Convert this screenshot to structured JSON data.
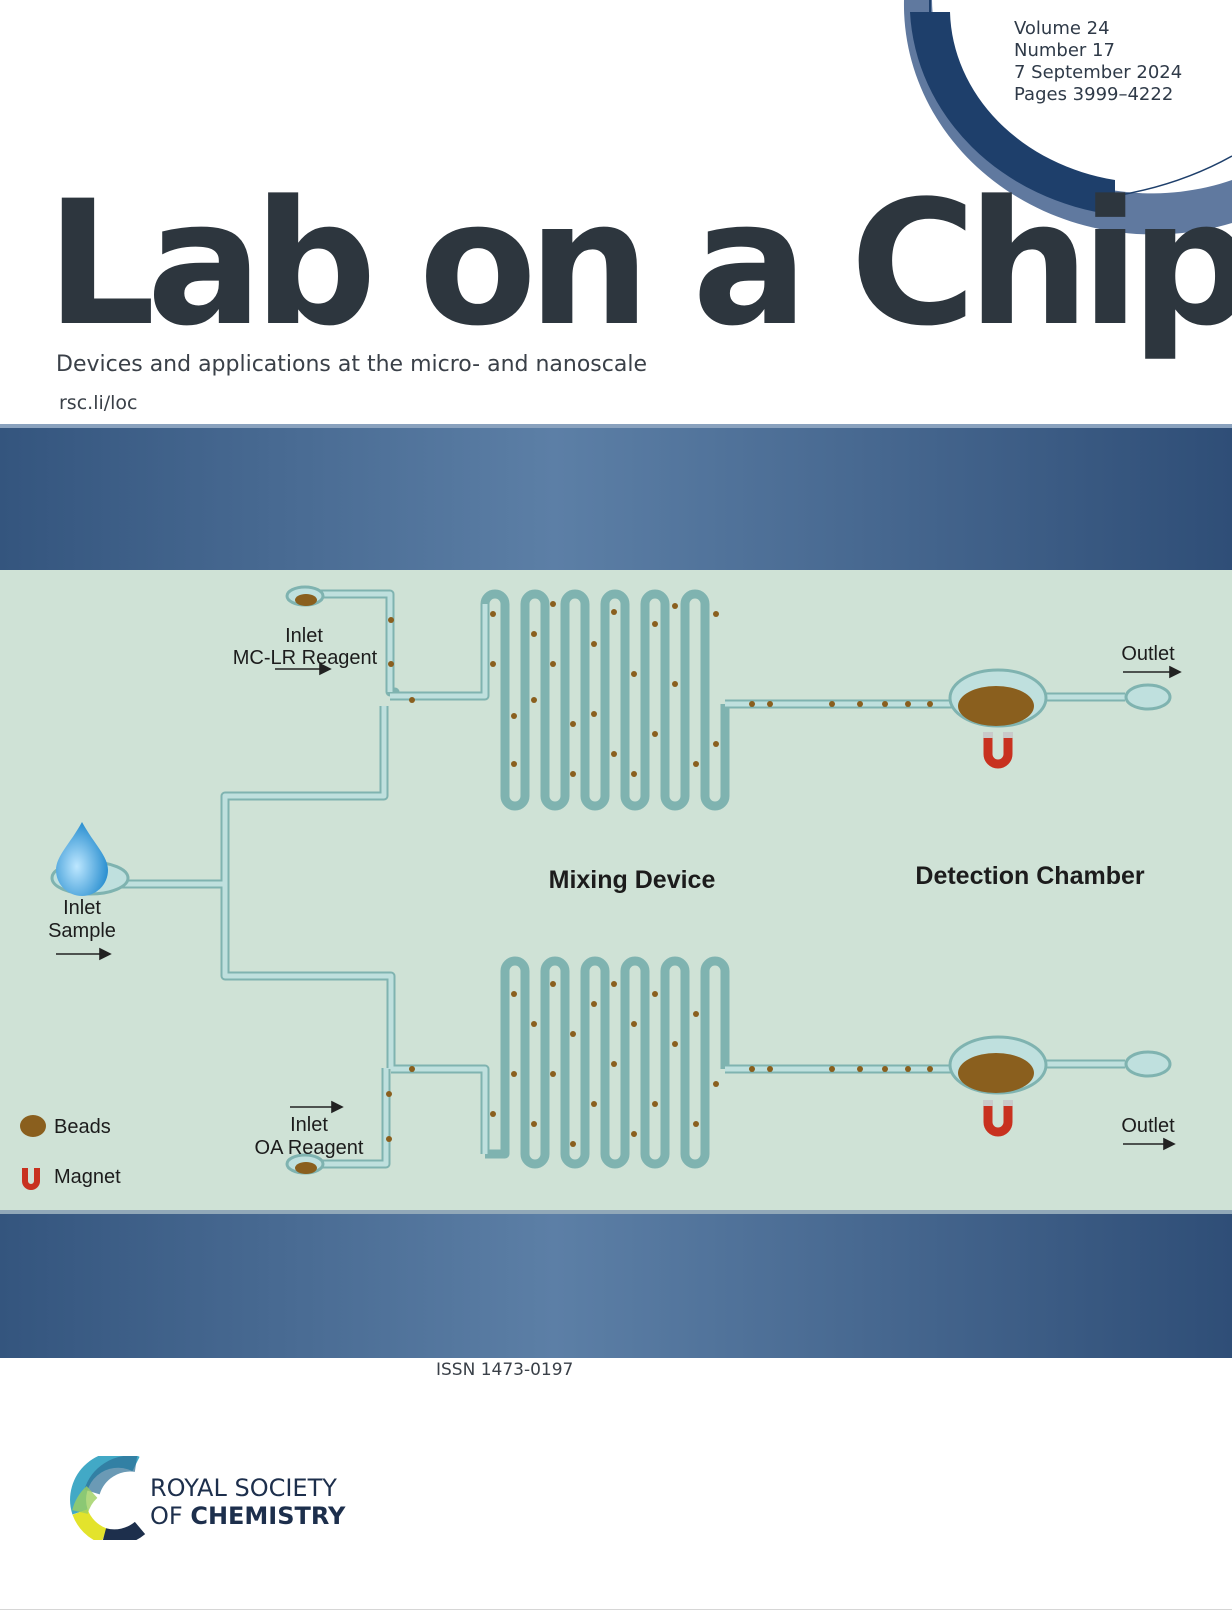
{
  "issue": {
    "volume": "Volume 24",
    "number": "Number 17",
    "date": "7 September 2024",
    "pages": "Pages 3999–4222"
  },
  "journal": {
    "title": "Lab on a Chip",
    "subtitle": "Devices and applications at the micro- and nanoscale",
    "url": "rsc.li/loc",
    "issn": "ISSN 1473-0197"
  },
  "figure": {
    "inlet_mclr": "Inlet",
    "inlet_mclr_reagent": "MC-LR Reagent",
    "inlet_sample": "Inlet",
    "inlet_sample_label": "Sample",
    "inlet_oa": "Inlet",
    "inlet_oa_reagent": "OA Reagent",
    "mixing_device": "Mixing Device",
    "detection_chamber": "Detection Chamber",
    "outlet_top": "Outlet",
    "outlet_bottom": "Outlet",
    "legend_beads": "Beads",
    "legend_magnet": "Magnet"
  },
  "publisher": {
    "line1": "ROYAL SOCIETY",
    "line2_of": "OF ",
    "line2_chem": "CHEMISTRY"
  },
  "colors": {
    "navy": "#1e3f6b",
    "steel": "#60799f",
    "chip_bg": "#cfe2d6",
    "channel": "#bfe0de",
    "bead": "#8a5f1e",
    "magnet": "#c8311f"
  }
}
